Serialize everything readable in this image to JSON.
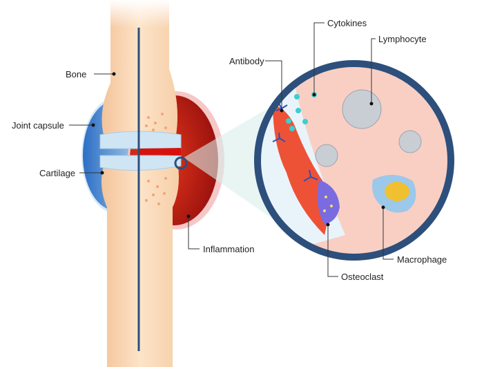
{
  "labels": {
    "bone": "Bone",
    "joint_capsule": "Joint capsule",
    "cartilage": "Cartilage",
    "inflammation": "Inflammation",
    "antibody": "Antibody",
    "cytokines": "Cytokines",
    "lymphocyte": "Lymphocyte",
    "macrophage": "Macrophage",
    "osteoclast": "Osteoclast"
  },
  "colors": {
    "bone": "#f8d2ad",
    "capsule_blue": "#3b86d6",
    "inflammation_red": "#c0190f",
    "circle_border": "#2d4f7c",
    "circle_fill": "#f9cfc4"
  }
}
